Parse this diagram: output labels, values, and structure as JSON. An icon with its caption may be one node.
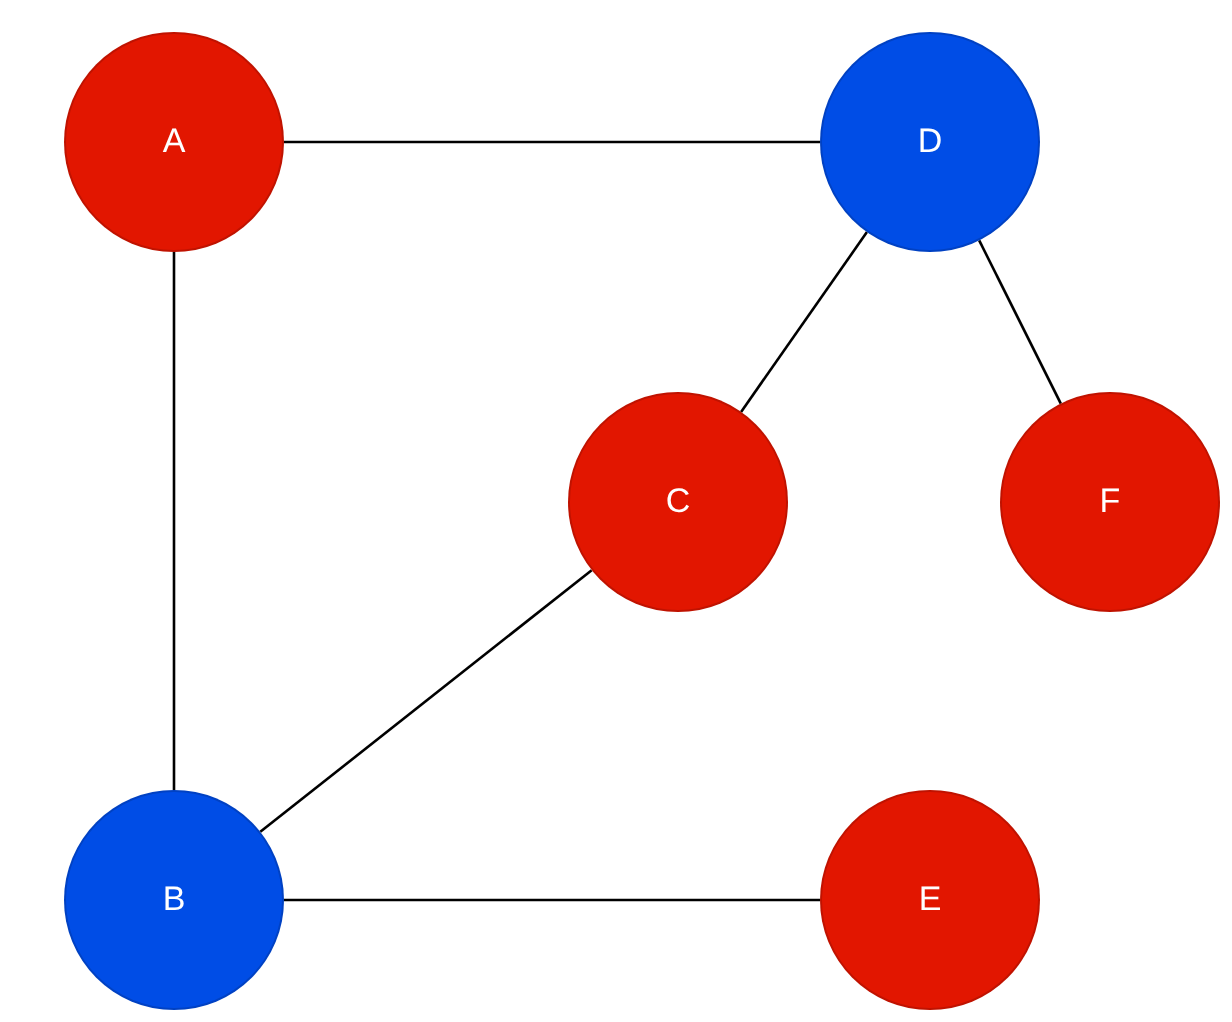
{
  "diagram": {
    "nodes": [
      {
        "text": [
          "A"
        ]
      },
      {
        "text": [
          "D"
        ]
      },
      {
        "text": [
          "C"
        ]
      },
      {
        "text": [
          "F"
        ]
      },
      {
        "text": [
          "B"
        ]
      },
      {
        "text": [
          "E"
        ]
      }
    ],
    "edges": [
      {
        "from": 0,
        "to": 1,
        "arrow": "none"
      },
      {
        "from": 0,
        "to": 4,
        "arrow": "none"
      },
      {
        "from": 1,
        "to": 2,
        "arrow": "none"
      },
      {
        "from": 1,
        "to": 3,
        "arrow": "none"
      },
      {
        "from": 2,
        "to": 4,
        "arrow": "none"
      },
      {
        "from": 4,
        "to": 5,
        "arrow": "none"
      }
    ]
  }
}
